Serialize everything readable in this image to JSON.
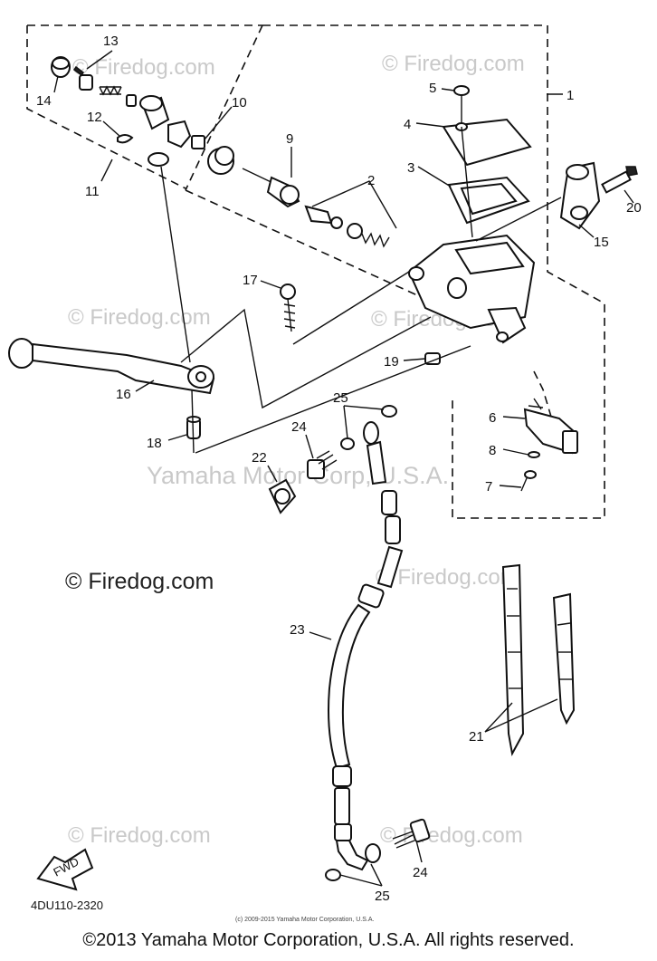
{
  "diagram": {
    "watermarks": [
      "© Firedog.com",
      "Yamaha Motor Corp, U.S.A."
    ],
    "main_watermark": "© Firedog.com",
    "part_code": "4DU110-2320",
    "fwd_label": "FWD",
    "small_notice": "(c) 2009-2015 Yamaha Motor Corporation, U.S.A.",
    "callouts": [
      {
        "id": "c1",
        "label": "1"
      },
      {
        "id": "c2",
        "label": "2"
      },
      {
        "id": "c3",
        "label": "3"
      },
      {
        "id": "c4",
        "label": "4"
      },
      {
        "id": "c5",
        "label": "5"
      },
      {
        "id": "c6",
        "label": "6"
      },
      {
        "id": "c7",
        "label": "7"
      },
      {
        "id": "c8",
        "label": "8"
      },
      {
        "id": "c9",
        "label": "9"
      },
      {
        "id": "c10",
        "label": "10"
      },
      {
        "id": "c11",
        "label": "11"
      },
      {
        "id": "c12",
        "label": "12"
      },
      {
        "id": "c13",
        "label": "13"
      },
      {
        "id": "c14",
        "label": "14"
      },
      {
        "id": "c15",
        "label": "15"
      },
      {
        "id": "c16",
        "label": "16"
      },
      {
        "id": "c17",
        "label": "17"
      },
      {
        "id": "c18",
        "label": "18"
      },
      {
        "id": "c19",
        "label": "19"
      },
      {
        "id": "c20",
        "label": "20"
      },
      {
        "id": "c21",
        "label": "21"
      },
      {
        "id": "c22",
        "label": "22"
      },
      {
        "id": "c23",
        "label": "23"
      },
      {
        "id": "c24a",
        "label": "24"
      },
      {
        "id": "c24b",
        "label": "24"
      },
      {
        "id": "c25a",
        "label": "25"
      },
      {
        "id": "c25b",
        "label": "25"
      }
    ]
  },
  "footer": {
    "copyright": "©2013 Yamaha Motor Corporation, U.S.A. All rights reserved."
  }
}
